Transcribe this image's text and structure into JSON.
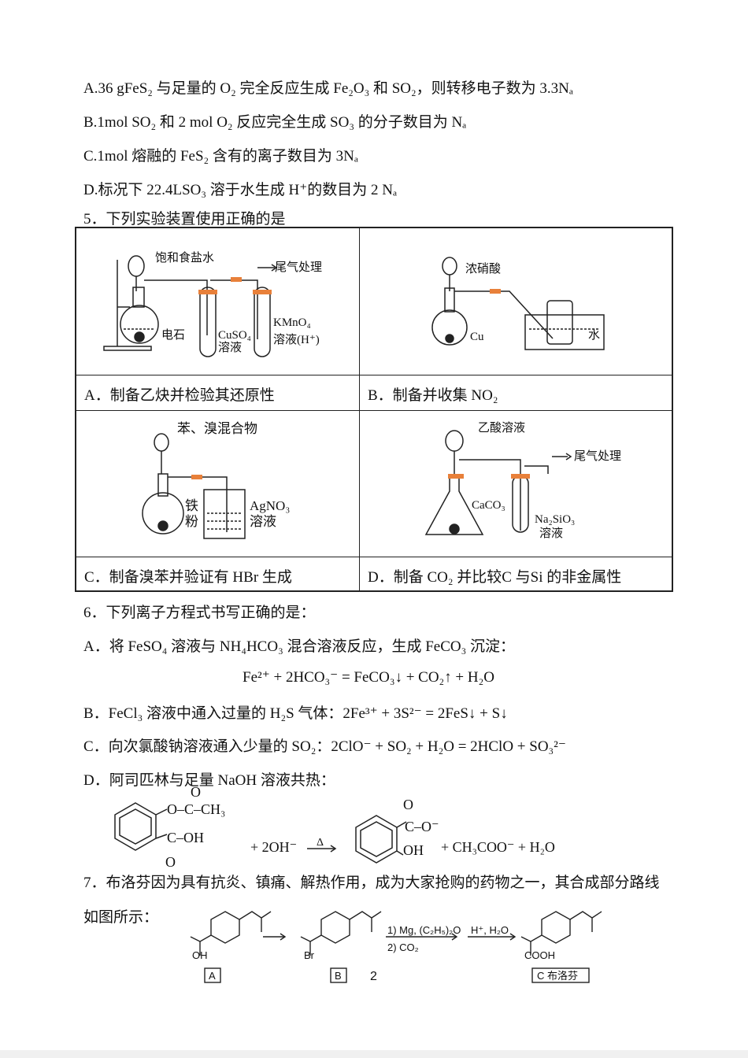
{
  "q4_options": [
    "A.36 gFeS₂ 与足量的 O₂ 完全反应生成 Fe₂O₃ 和 SO₂，则转移电子数为 3.3Nₐ",
    "B.1mol SO₂ 和 2 mol O₂ 反应完全生成 SO₃ 的分子数目为 Nₐ",
    "C.1mol 熔融的 FeS₂ 含有的离子数目为 3Nₐ",
    "D.标况下 22.4LSO₃ 溶于水生成 H⁺的数目为 2 Nₐ"
  ],
  "q5": {
    "stem": "5．下列实验装置使用正确的是",
    "cells": [
      {
        "caption": "A．制备乙炔并检验其还原性",
        "labels": [
          "饱和食盐水",
          "尾气处理",
          "电石",
          "CuSO₄",
          "溶液",
          "KMnO₄",
          "溶液(H⁺)"
        ]
      },
      {
        "caption": "B．制备并收集 NO₂",
        "labels": [
          "浓硝酸",
          "Cu",
          "水"
        ]
      },
      {
        "caption": "C．制备溴苯并验证有 HBr 生成",
        "labels": [
          "苯、溴混合物",
          "铁",
          "粉",
          "AgNO₃",
          "溶液"
        ]
      },
      {
        "caption": "D．制备 CO₂ 并比较C 与Si 的非金属性",
        "labels": [
          "乙酸溶液",
          "尾气处理",
          "CaCO₃",
          "Na₂SiO₃",
          "溶液"
        ]
      }
    ]
  },
  "q6": {
    "stem": "6．下列离子方程式书写正确的是：",
    "a": "A．将 FeSO₄ 溶液与 NH₄HCO₃ 混合溶液反应，生成 FeCO₃ 沉淀：",
    "a_eq": "Fe²⁺ + 2HCO₃⁻ = FeCO₃↓ + CO₂↑ + H₂O",
    "b": "B．FeCl₃ 溶液中通入过量的 H₂S 气体：2Fe³⁺ + 3S²⁻ = 2FeS↓ + S↓",
    "c": "C．向次氯酸钠溶液通入少量的 SO₂：2ClO⁻ + SO₂ + H₂O = 2HClO + SO₃²⁻",
    "d": "D．阿司匹林与足量 NaOH 溶液共热：",
    "d_eq": {
      "reactant_groups": [
        "O",
        "O–C–CH₃",
        "C–OH",
        "O"
      ],
      "plus_oh": "+ 2OH⁻",
      "condition": "Δ",
      "product_groups": [
        "O",
        "C–O⁻",
        "OH"
      ],
      "tail": "+ CH₃COO⁻ + H₂O"
    }
  },
  "q7": {
    "stem": "7．布洛芬因为具有抗炎、镇痛、解热作用，成为大家抢购的药物之一，其合成部分路线",
    "stem2": "如图所示：",
    "reagent1": "1) Mg, (C₂H₅)₂O",
    "reagent2": "2) CO₂",
    "reagent3": "H⁺, H₂O",
    "oh": "OH",
    "br": "Br",
    "cooh": "COOH",
    "label_a": "A",
    "label_b": "B",
    "label_c": "C 布洛芬"
  },
  "page_number": "2"
}
